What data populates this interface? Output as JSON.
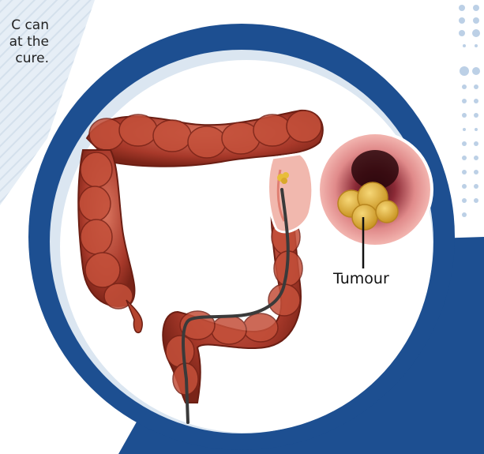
{
  "intro_text": [
    "C can",
    "at the",
    "cure."
  ],
  "tumour_label": "Tumour",
  "colors": {
    "navy": "#1d4f91",
    "light_blue_bg": "#dbe6f1",
    "colon_red": "#b0402e",
    "tumour_yellow": "#e3b532"
  },
  "icons": [
    "colon-illustration",
    "colonoscope-icon",
    "colon-cross-section-icon",
    "tumour-icon"
  ]
}
